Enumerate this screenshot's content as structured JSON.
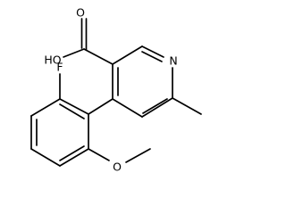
{
  "molecule": {
    "atoms": {
      "oxygen_carbonyl": "O",
      "hydroxyl": "HO",
      "ring_nitrogen": "N",
      "fluorine": "F",
      "methoxy_oxygen": "O"
    }
  }
}
